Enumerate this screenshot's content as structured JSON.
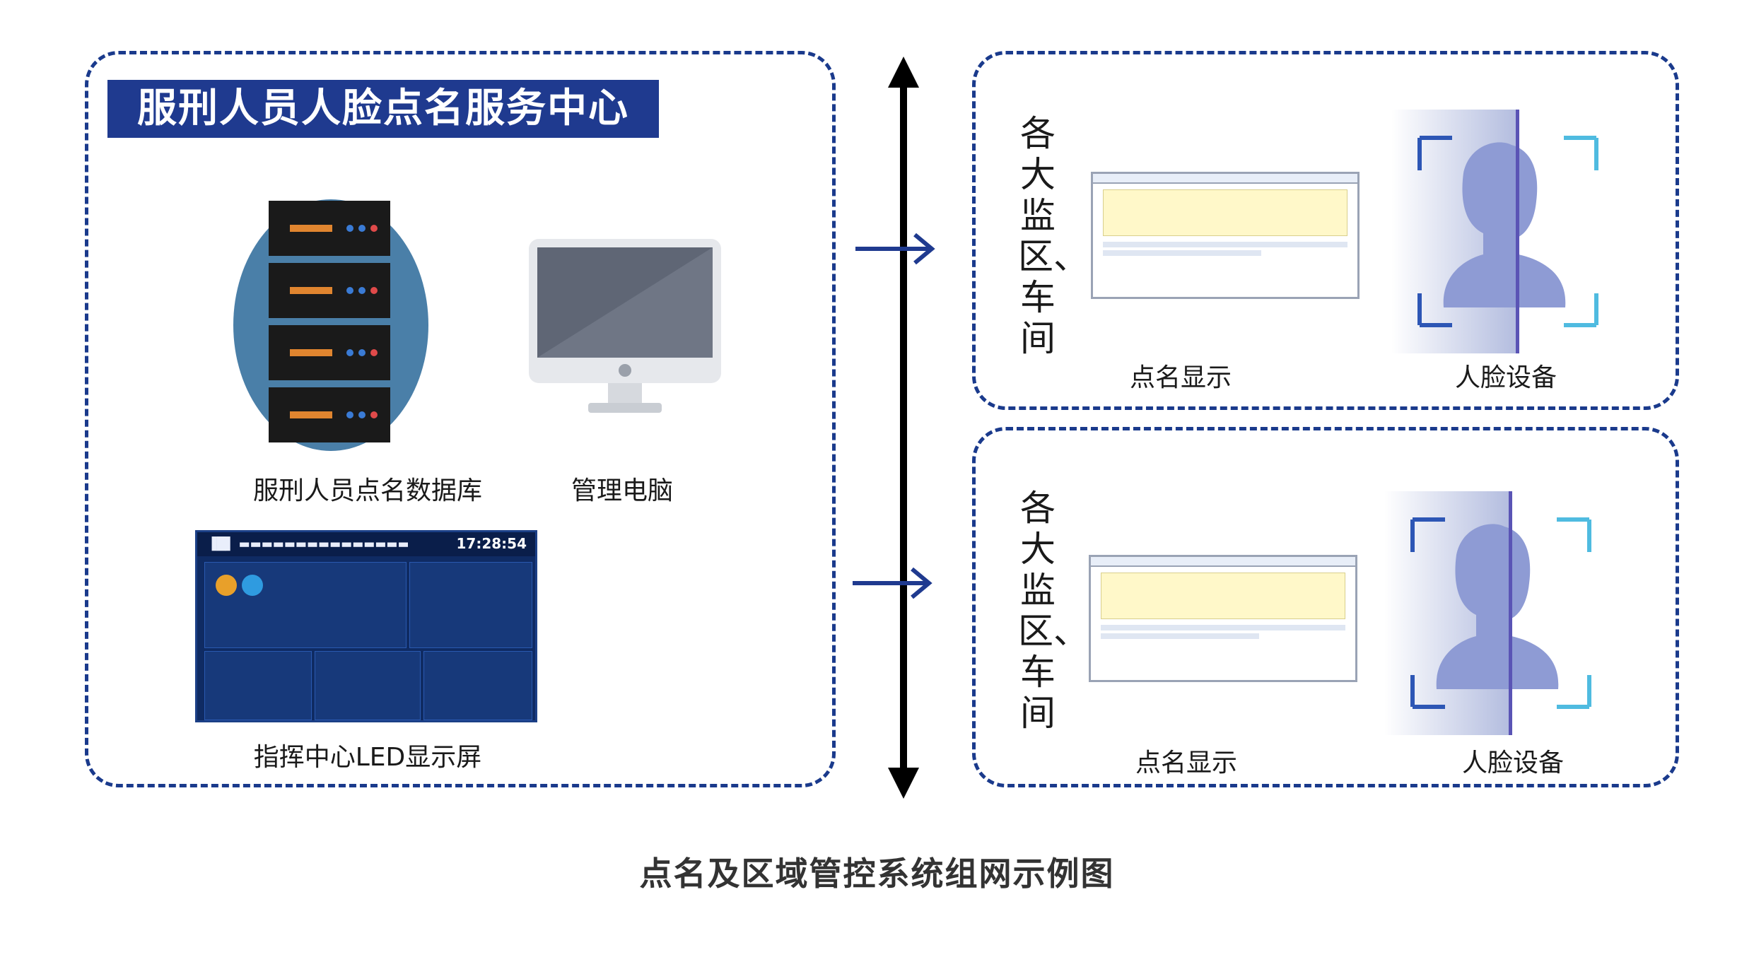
{
  "title": "服刑人员人脸点名服务中心",
  "left": {
    "server_label": "服刑人员点名数据库",
    "pc_label": "管理电脑",
    "led_label": "指挥中心LED显示屏",
    "led_time": "17:28:54"
  },
  "right": {
    "top": {
      "side_label": "各大监区、车间",
      "display_label": "点名显示",
      "device_label": "人脸设备"
    },
    "bottom": {
      "side_label": "各大监区、车间",
      "display_label": "点名显示",
      "device_label": "人脸设备"
    }
  },
  "caption": "点名及区域管控系统组网示例图",
  "colors": {
    "accent": "#1f3a8f",
    "dash": "#1a3a8c",
    "server": "#1a1a1a",
    "server_bg": "#4a7fa8"
  }
}
